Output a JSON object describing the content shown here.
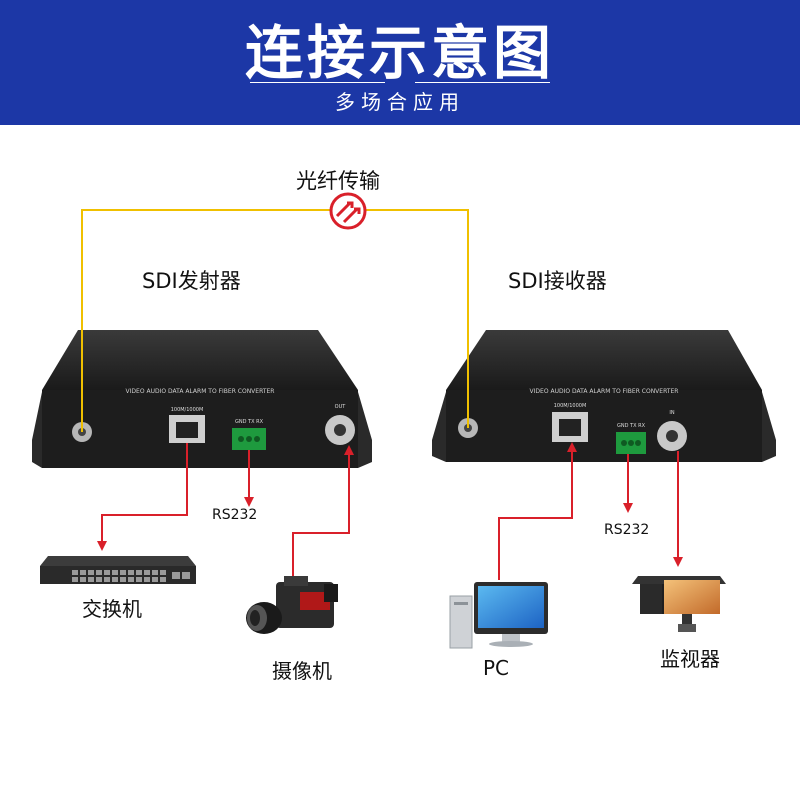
{
  "header": {
    "title": "连接示意图",
    "subtitle": "多场合应用"
  },
  "fiber": {
    "label": "光纤传输",
    "color": "#f0c000"
  },
  "transmitter": {
    "label": "SDI发射器",
    "panel_text": "VIDEO AUDIO DATA ALARM TO FIBER CONVERTER",
    "port_ethernet": "100M/1000M",
    "port_serial": "GND TX RX",
    "port_sdi": "OUT"
  },
  "receiver": {
    "label": "SDI接收器",
    "panel_text": "VIDEO AUDIO DATA ALARM TO FIBER CONVERTER",
    "port_ethernet": "100M/1000M",
    "port_serial": "GND TX RX",
    "port_sdi": "IN"
  },
  "rs232_left": "RS232",
  "rs232_right": "RS232",
  "equipment": {
    "switch": "交换机",
    "camera": "摄像机",
    "pc": "PC",
    "monitor": "监视器"
  },
  "colors": {
    "header_bg": "#1c37a6",
    "arrow": "#d9202a",
    "fiber": "#f0c000",
    "device_body": "#1d1d1d"
  }
}
